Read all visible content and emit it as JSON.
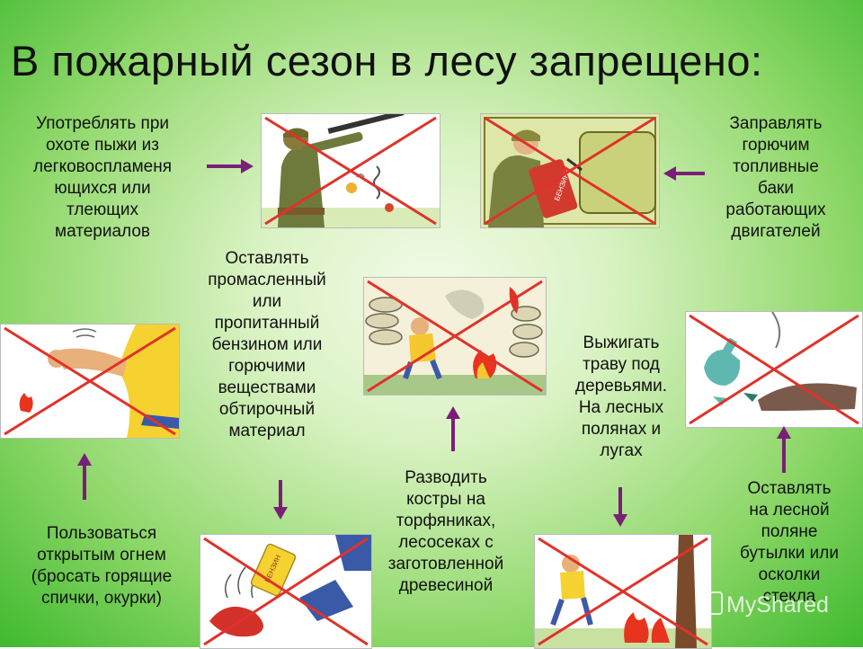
{
  "title": "В пожарный сезон в лесу запрещено:",
  "captions": {
    "hunting": "Употреблять при\nохоте пыжи из\nлегковоспламеня\nющихся или\nтлеющих\nматериалов",
    "refuel": "Заправлять\nгорючим\nтопливные\nбаки\nработающих\nдвигателей",
    "oily_rags": "Оставлять\nпромасленный\nили\nпропитанный\nбензином или\nгорючими\nвеществами\nобтирочный\nматериал",
    "open_fire": "Пользоваться\nоткрытым огнем\n(бросать горящие\nспички, окурки)",
    "bonfire": "Разводить\nкостры на\nторфяниках,\nлесосеках с\nзаготовленной\nдревесиной",
    "burn_grass": "Выжигать\nтраву под\nдеревьями.\nНа лесных\nполянах и\nлугах",
    "bottles": "Оставлять\nна лесной\nполяне\nбутылки или\nосколки\nстекла"
  },
  "image_labels": {
    "canister_refuel": "БЕНЗИН",
    "canister_rags": "БЕНЗИН"
  },
  "watermark": "MyShared",
  "colors": {
    "arrow": "#7b1e7a",
    "cross": "#e0322a",
    "background": "#4cc23a"
  }
}
